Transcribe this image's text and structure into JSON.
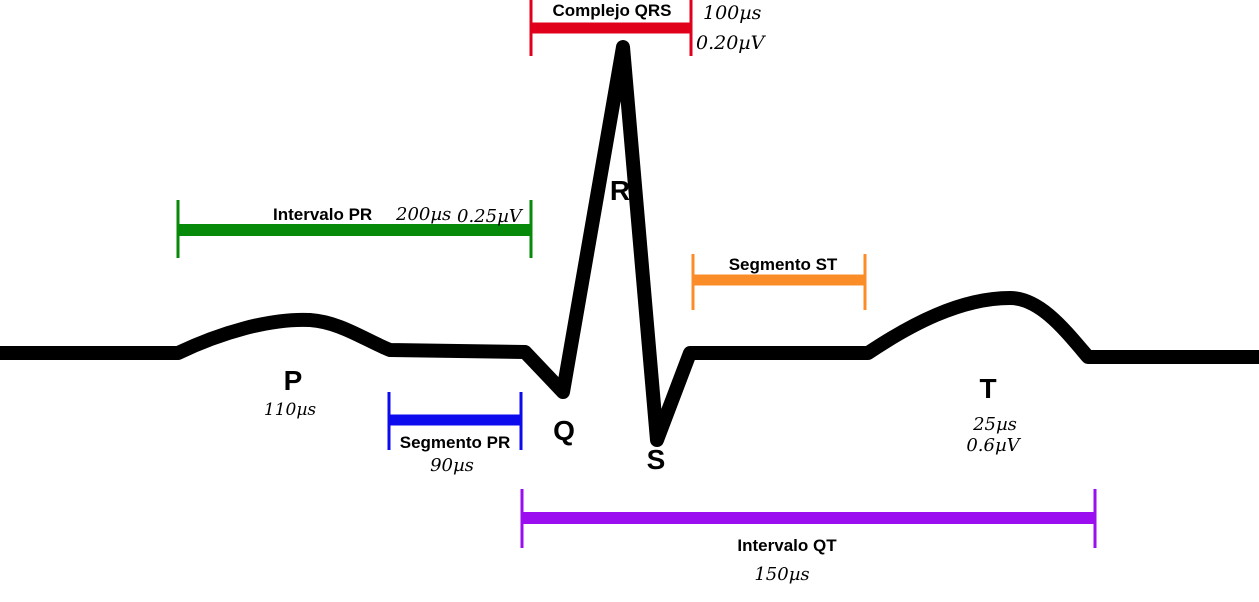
{
  "colors": {
    "trace": "#000000",
    "qrs": "#e0001b",
    "pr_interval": "#078a0a",
    "st_segment": "#fb8d28",
    "pr_segment": "#0b0bee",
    "qt_interval": "#9a0ef0"
  },
  "waves": {
    "p": "P",
    "q": "Q",
    "r": "R",
    "s": "S",
    "t": "T"
  },
  "p_wave": {
    "duration": "110µs"
  },
  "t_wave": {
    "duration": "25µs",
    "amplitude": "0.6µV"
  },
  "qrs": {
    "label": "Complejo QRS",
    "duration": "100µs",
    "amplitude": "0.20µV"
  },
  "pr_interval": {
    "label": "Intervalo PR",
    "duration": "200µs",
    "amplitude": "0.25µV"
  },
  "st_segment": {
    "label": "Segmento ST"
  },
  "pr_segment": {
    "label": "Segmento PR",
    "duration": "90µs"
  },
  "qt_interval": {
    "label": "Intervalo QT",
    "duration": "150µs"
  }
}
